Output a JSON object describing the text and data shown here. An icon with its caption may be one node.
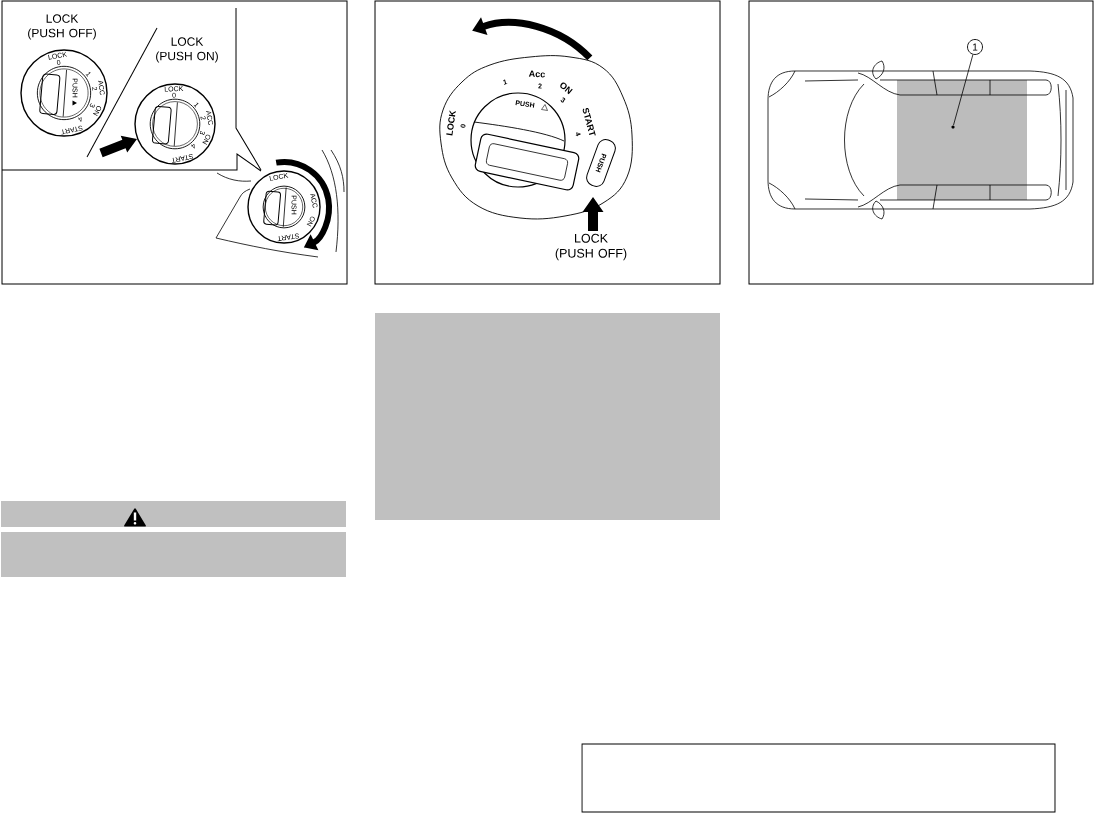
{
  "diagram": {
    "nodes": [
      {
        "text": [
          "PUSH"
        ]
      },
      {
        "text": [
          "1"
        ]
      },
      {
        "text": [],
        "shape": "box"
      },
      {
        "text": [],
        "shape": "circle",
        "in": 2
      }
    ],
    "edges": [
      {
        "from": 1,
        "to": 3,
        "arrow": "none"
      }
    ],
    "labels": [
      "LOCK (PUSH OFF)",
      "LOCK",
      "0",
      "1",
      "2",
      "3",
      "4",
      "ACC",
      "ON",
      "START",
      "PUSH",
      "LOCK (PUSH ON)",
      "LOCK",
      "0",
      "1",
      "2",
      "3",
      "4",
      "ACC",
      "ON",
      "START",
      "LOCK",
      "ACC",
      "ON",
      "START",
      "PUSH",
      "LOCK",
      "0",
      "1",
      "Acc",
      "2",
      "ON",
      "3",
      "START",
      "4",
      "PUSH",
      "LOCK (PUSH OFF)"
    ]
  }
}
